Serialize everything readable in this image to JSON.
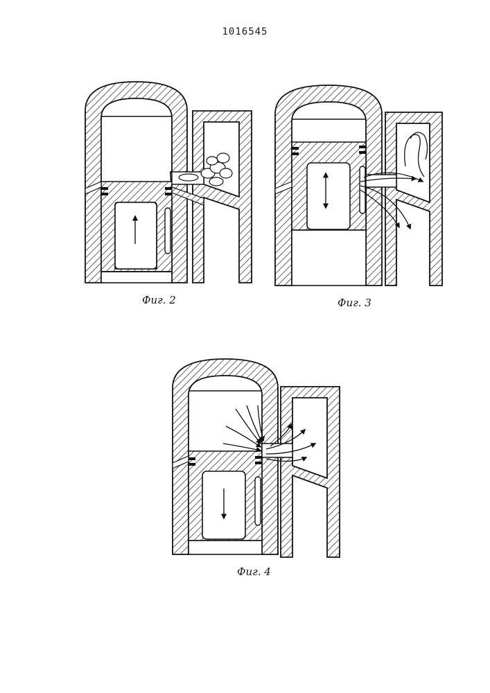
{
  "document": {
    "patent_number": "1016545"
  },
  "figures": [
    {
      "caption": "Фиг. 2",
      "piston_motion": "up"
    },
    {
      "caption": "Фиг. 3",
      "piston_motion": "up-down"
    },
    {
      "caption": "Фиг. 4",
      "piston_motion": "down"
    }
  ],
  "colors": {
    "ink": "#111111",
    "paper": "#ffffff"
  }
}
